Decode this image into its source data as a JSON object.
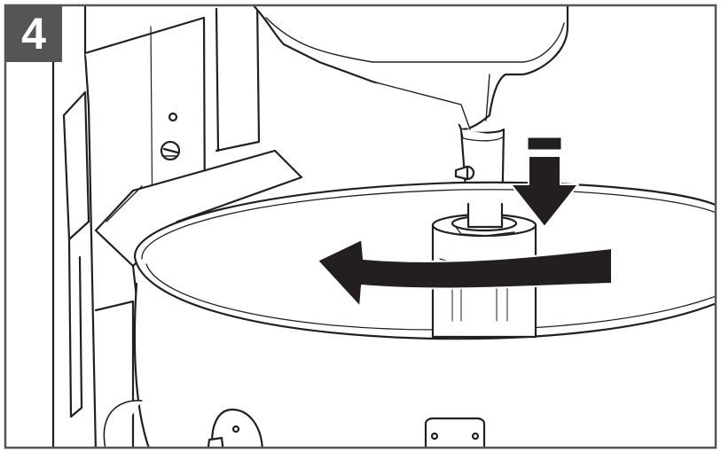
{
  "step": {
    "number": "4"
  },
  "illustration": {
    "subject": "stand-mixer-bowl-attach",
    "arrows": [
      "rotate-counterclockwise-arrow",
      "push-down-arrow"
    ]
  },
  "colors": {
    "line": "#231f20",
    "badge": "#555555",
    "background": "#ffffff"
  }
}
